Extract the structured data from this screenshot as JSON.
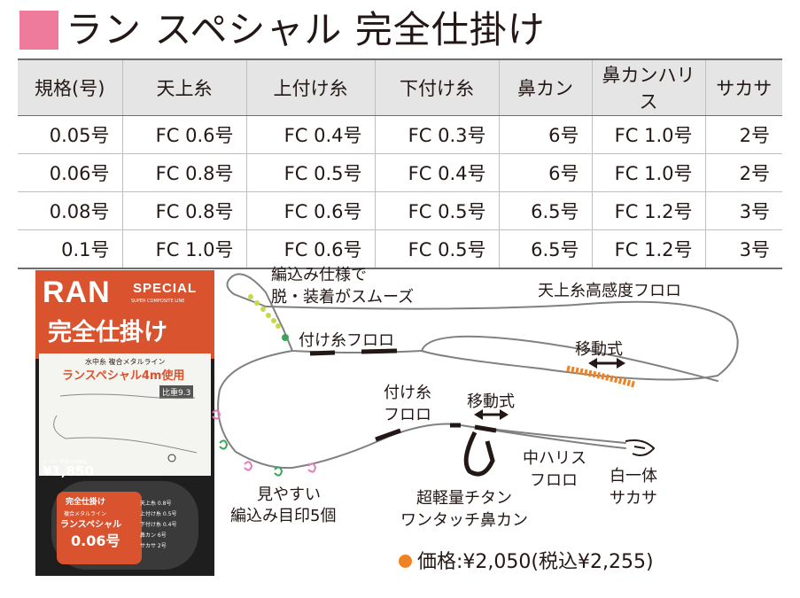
{
  "title": "ラン スペシャル 完全仕掛け",
  "table": {
    "headers": [
      "規格(号)",
      "天上糸",
      "上付け糸",
      "下付け糸",
      "鼻カン",
      "鼻カンハリス",
      "サカサ"
    ],
    "rows": [
      [
        "0.05号",
        "FC 0.6号",
        "FC 0.4号",
        "FC 0.3号",
        "6号",
        "FC 1.0号",
        "2号"
      ],
      [
        "0.06号",
        "FC 0.8号",
        "FC 0.5号",
        "FC 0.4号",
        "6号",
        "FC 1.0号",
        "2号"
      ],
      [
        "0.08号",
        "FC 0.8号",
        "FC 0.6号",
        "FC 0.5号",
        "6.5号",
        "FC 1.2号",
        "3号"
      ],
      [
        "0.1号",
        "FC 1.0号",
        "FC 0.6号",
        "FC 0.5号",
        "6.5号",
        "FC 1.2号",
        "3号"
      ]
    ]
  },
  "package": {
    "brand": "RAN",
    "special": "SPECIAL",
    "super_line": "SUPER COMPOSITE LINE",
    "name": "完全仕掛け",
    "card_line1": "水中糸 複合メタルライン",
    "card_line2": "ランスペシャル4m使用",
    "gravity": "比重9.3",
    "price_label": "メーカー希望小売価格",
    "price": "¥1,850",
    "label_title": "完全仕掛け",
    "label_sub": "複合メタルライン",
    "label_name": "ランスペシャル",
    "label_size": "0.06号",
    "label_specs": [
      "天上糸 0.8号",
      "上付け糸 0.5号",
      "下付け糸 0.4号",
      "鼻カン 6号",
      "サカサ 2号"
    ]
  },
  "diagram": {
    "braid_note": [
      "編込み仕様で",
      "脱・装着がスムーズ"
    ],
    "tenjo": "天上糸高感度フロロ",
    "idoushiki_1": "移動式",
    "tsukeito_upper": "付け糸フロロ",
    "tsukeito_lower": [
      "付け糸",
      "フロロ"
    ],
    "idoushiki_2": "移動式",
    "naka_harisu": [
      "中ハリス",
      "フロロ"
    ],
    "sakasa": [
      "白一体",
      "サカサ"
    ],
    "hanakan": [
      "超軽量チタン",
      "ワンタッチ鼻カン"
    ],
    "marks": [
      "見やすい",
      "編込み目印5個"
    ]
  },
  "price_line": "価格:¥2,050(税込¥2,255)",
  "colors": {
    "title_square": "#ee7a9c",
    "orange": "#f08224",
    "green_marker": "#3aa55a",
    "pink_marker": "#e679b8",
    "yellow_braid": "#c8d84a"
  }
}
